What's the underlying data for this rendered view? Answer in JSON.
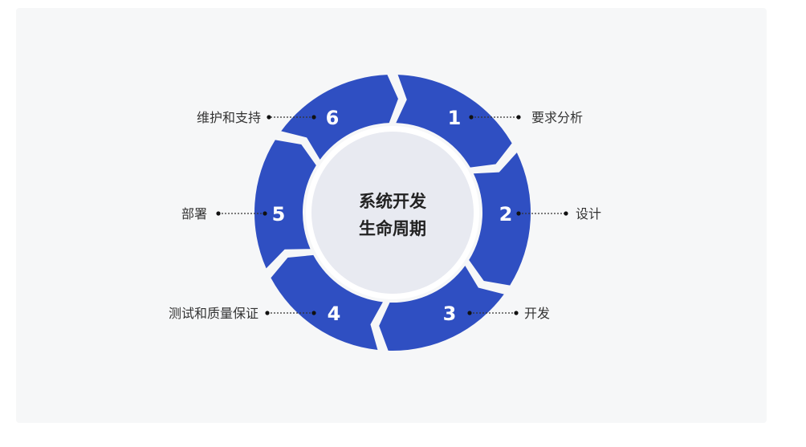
{
  "center": {
    "line1": "系统开发",
    "line2": "生命周期"
  },
  "colors": {
    "segment": "#2f4fc2",
    "center": "#e8eaf1",
    "background": "#f6f7f8"
  },
  "steps": [
    {
      "number": "1",
      "label": "要求分析"
    },
    {
      "number": "2",
      "label": "设计"
    },
    {
      "number": "3",
      "label": "开发"
    },
    {
      "number": "4",
      "label": "测试和质量保证"
    },
    {
      "number": "5",
      "label": "部署"
    },
    {
      "number": "6",
      "label": "维护和支持"
    }
  ]
}
